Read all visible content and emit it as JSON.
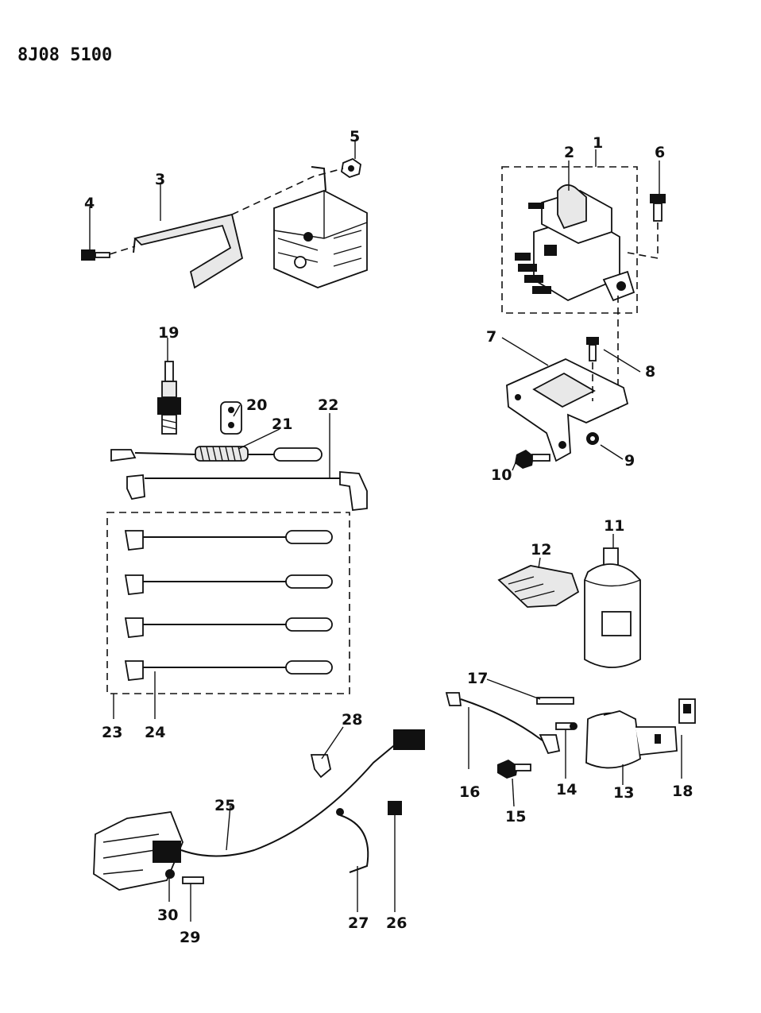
{
  "reference_code": "8J08 5100",
  "callouts": {
    "c1": "1",
    "c2": "2",
    "c3": "3",
    "c4": "4",
    "c5": "5",
    "c6": "6",
    "c7": "7",
    "c8": "8",
    "c9": "9",
    "c10": "10",
    "c11": "11",
    "c12": "12",
    "c13": "13",
    "c14": "14",
    "c15": "15",
    "c16": "16",
    "c17": "17",
    "c18": "18",
    "c19": "19",
    "c20": "20",
    "c21": "21",
    "c22": "22",
    "c23": "23",
    "c24": "24",
    "c25": "25",
    "c26": "26",
    "c27": "27",
    "c28": "28",
    "c29": "29",
    "c30": "30"
  }
}
